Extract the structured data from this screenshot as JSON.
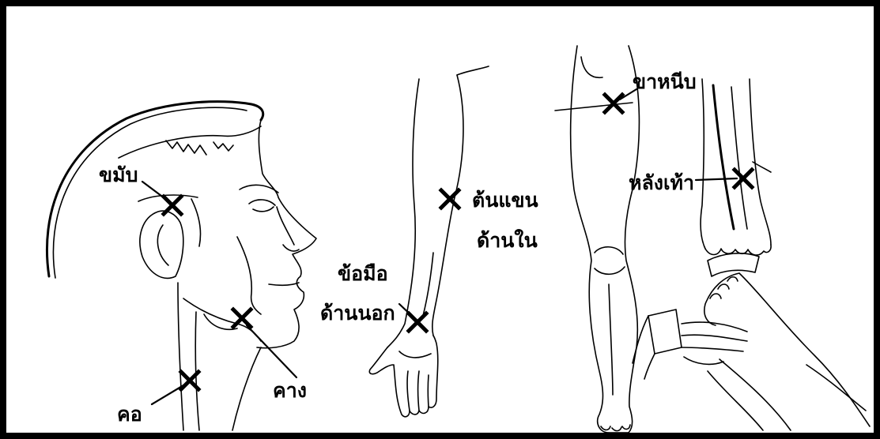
{
  "labels": {
    "temple": "ขมับ",
    "jaw": "คาง",
    "neck": "คอ",
    "upper_arm_line1": "ต้นแขน",
    "upper_arm_line2": "ด้านใน",
    "wrist_line1": "ข้อมือ",
    "wrist_line2": "ด้านนอก",
    "groin": "ขาหนีบ",
    "foot": "หลังเท้า"
  },
  "colors": {
    "ink": "#000000",
    "background": "#ffffff"
  }
}
